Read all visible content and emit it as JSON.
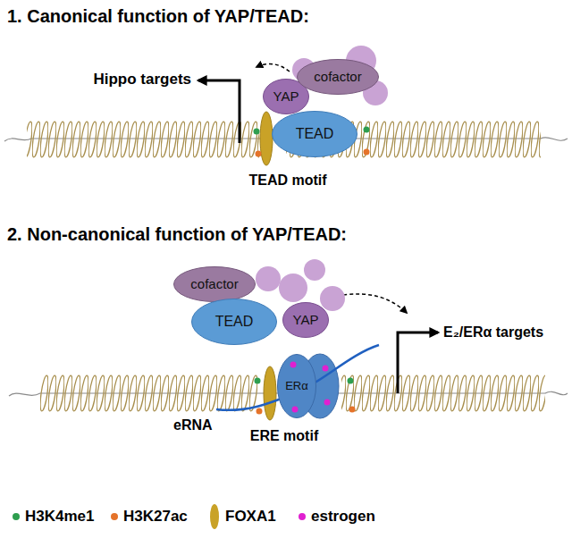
{
  "diagram": {
    "nodes": [
      {
        "text": [
          "YAP"
        ]
      },
      {
        "text": [
          "cofactor"
        ]
      },
      {
        "text": [
          "TEAD"
        ]
      },
      {
        "text": [
          "cofactor"
        ]
      },
      {
        "text": [
          "TEAD"
        ]
      },
      {
        "text": [
          "YAP"
        ]
      },
      {
        "text": [
          "ERα"
        ]
      }
    ],
    "labels": [
      "1. Canonical function of YAP/TEAD:",
      "Hippo targets",
      "TEAD motif",
      "2. Non-canonical function of YAP/TEAD:",
      "E₂/ERα targets",
      "eRNA",
      "ERE motif"
    ],
    "legend": [
      {
        "text": "H3K4me1",
        "color": "#2e9e4f"
      },
      {
        "text": "H3K27ac",
        "color": "#e5732a"
      },
      {
        "text": "FOXA1",
        "color": "#c9a227"
      },
      {
        "text": "estrogen",
        "color": "#e020d0"
      }
    ]
  }
}
